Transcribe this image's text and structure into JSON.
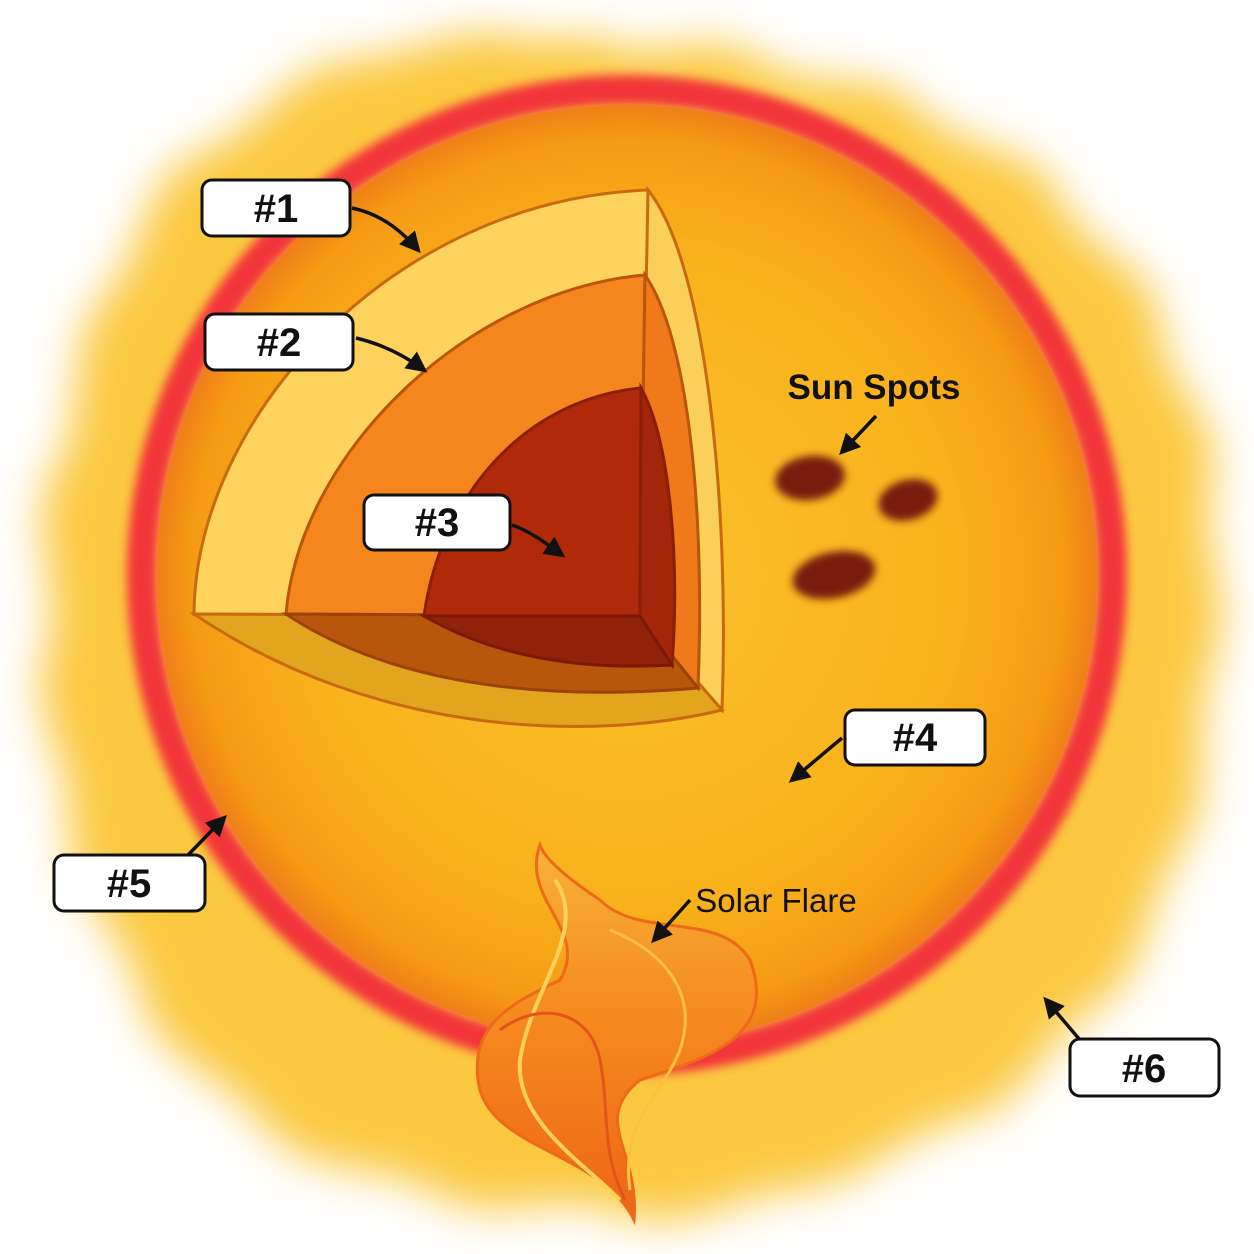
{
  "labels": {
    "l1": "#1",
    "l2": "#2",
    "l3": "#3",
    "l4": "#4",
    "l5": "#5",
    "l6": "#6",
    "sun_spots": "Sun Spots",
    "solar_flare": "Solar Flare"
  },
  "colors": {
    "corona": "#fbc93f",
    "chromosphere": "#f2353a",
    "photosphere": "#f7ad18",
    "layer1": "#fdd35e",
    "layer2": "#f5861e",
    "core": "#b02a0a",
    "sunspot": "#7a1d0b",
    "flare": "#f79422"
  }
}
